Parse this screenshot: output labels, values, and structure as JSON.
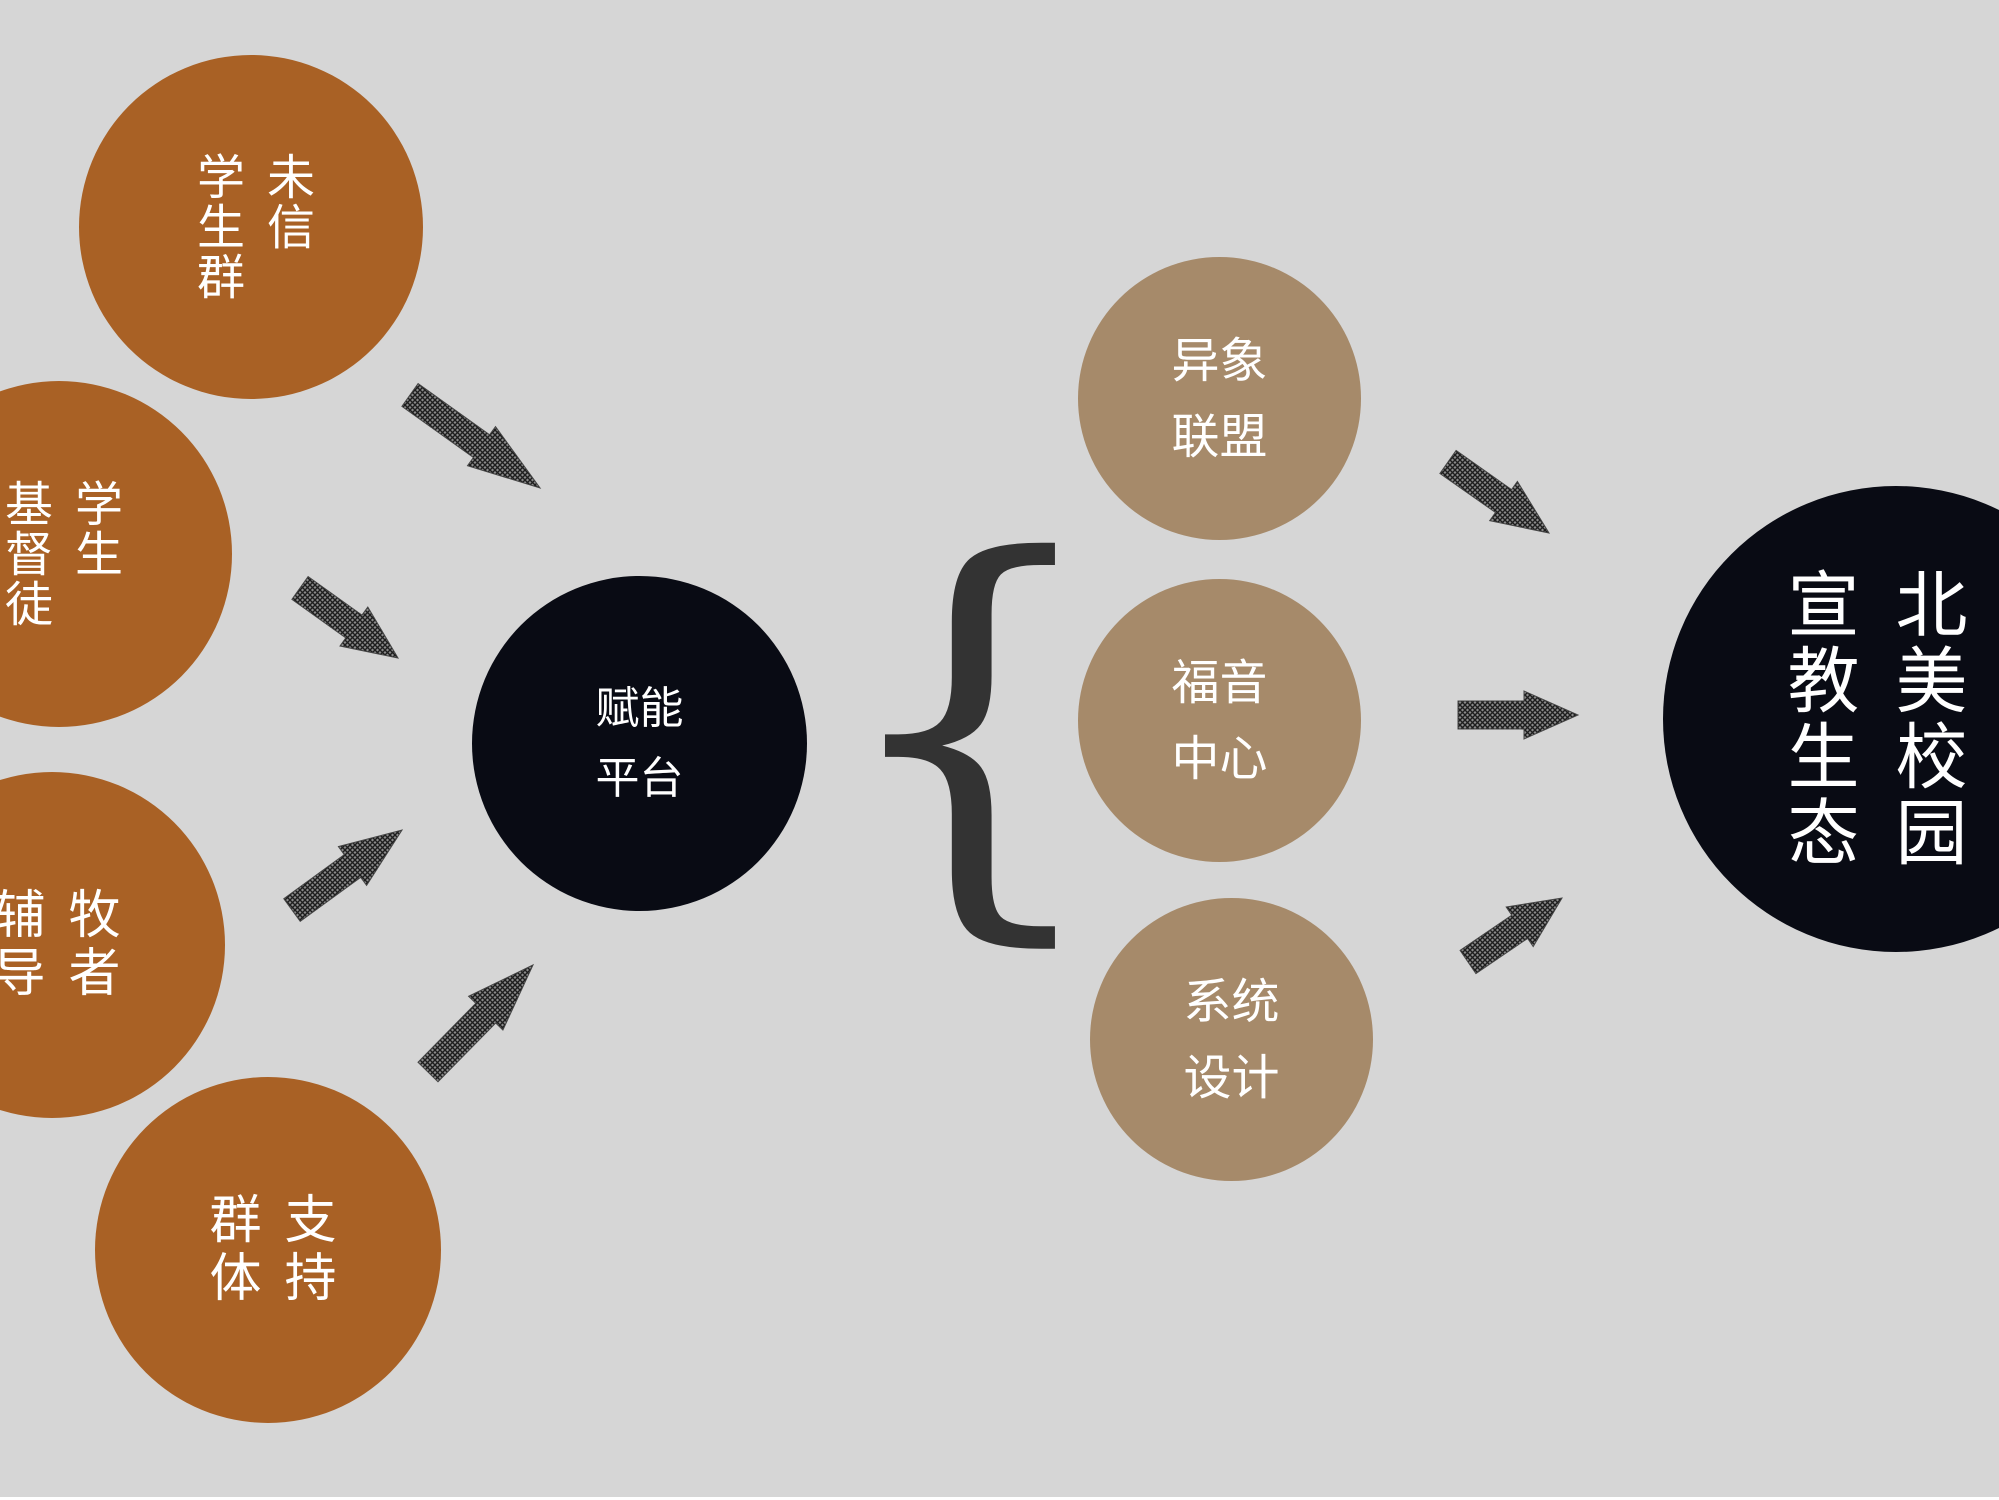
{
  "colors": {
    "background": "#d6d6d6",
    "source": "#a96125",
    "branch": "#a68a6a",
    "center": "#090b14",
    "brace": "#333333"
  },
  "sources": [
    {
      "text": "未信\n学生群"
    },
    {
      "text": "学生\n基督徒"
    },
    {
      "text": "牧者\n辅导"
    },
    {
      "text": "支持\n群体"
    }
  ],
  "hub": {
    "text": "赋能\n平台"
  },
  "brace": {
    "glyph": "{"
  },
  "branches": [
    {
      "text": "异象\n联盟"
    },
    {
      "text": "福音\n中心"
    },
    {
      "text": "系统\n设计"
    }
  ],
  "target": {
    "text": "北美校园\n宣教生态"
  },
  "icons": {
    "arrow": "hatched-arrow-icon"
  }
}
